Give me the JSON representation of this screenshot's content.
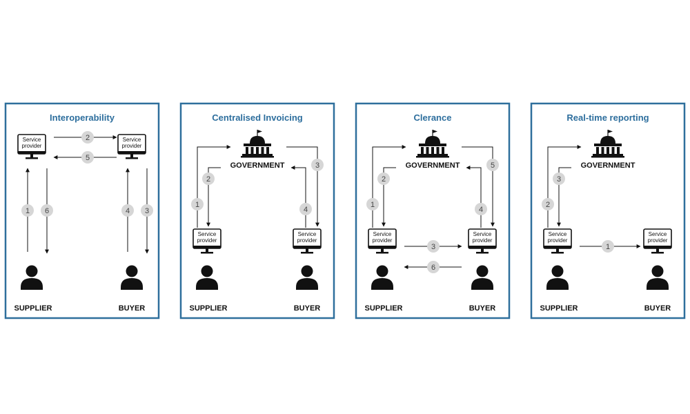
{
  "colors": {
    "panel_border": "#2e6f9c",
    "title": "#2d6e9d",
    "ink": "#111111",
    "badge_fill": "#d6d6d6",
    "badge_text": "#444444"
  },
  "icons": {
    "actor": "person-icon",
    "terminal": "monitor-icon",
    "authority": "government-building-icon"
  },
  "labels": {
    "service_provider_line1": "Service",
    "service_provider_line2": "provider",
    "government": "GOVERNMENT",
    "supplier": "SUPPLIER",
    "buyer": "BUYER"
  },
  "panels": [
    {
      "title": "Interoperability",
      "has_government": false,
      "steps": [
        "2",
        "5",
        "1",
        "6",
        "4",
        "3"
      ]
    },
    {
      "title": "Centralised Invoicing",
      "has_government": true,
      "steps": [
        "1",
        "2",
        "3",
        "4"
      ]
    },
    {
      "title": "Clerance",
      "has_government": true,
      "steps": [
        "1",
        "2",
        "5",
        "4",
        "3",
        "6"
      ]
    },
    {
      "title": "Real-time reporting",
      "has_government": true,
      "steps": [
        "2",
        "3",
        "1"
      ]
    }
  ]
}
